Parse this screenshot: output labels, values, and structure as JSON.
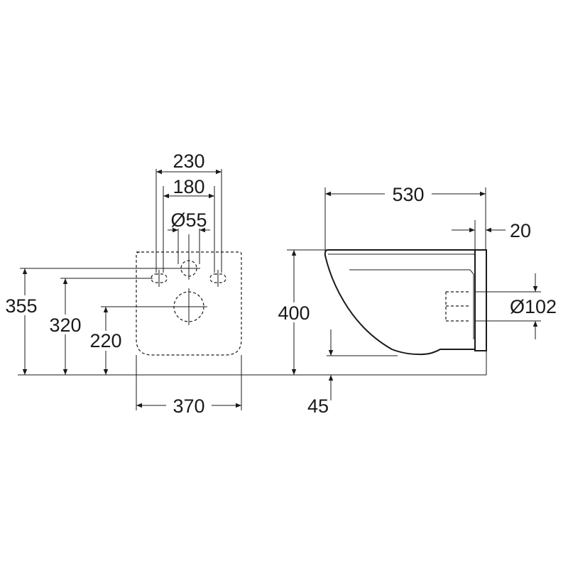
{
  "front_view": {
    "dims": {
      "width_fixing_outer": "230",
      "width_fixing_inner": "180",
      "pipe_diameter": "Ø55",
      "bowl_width": "370",
      "height_overall": "355",
      "height_fixings": "320",
      "height_outlet": "220"
    }
  },
  "side_view": {
    "dims": {
      "depth": "530",
      "wall_gap": "20",
      "outlet_diameter": "Ø102",
      "height": "400",
      "outlet_height": "45"
    }
  },
  "colors": {
    "ink": "#1a1a1a",
    "background": "#ffffff"
  }
}
